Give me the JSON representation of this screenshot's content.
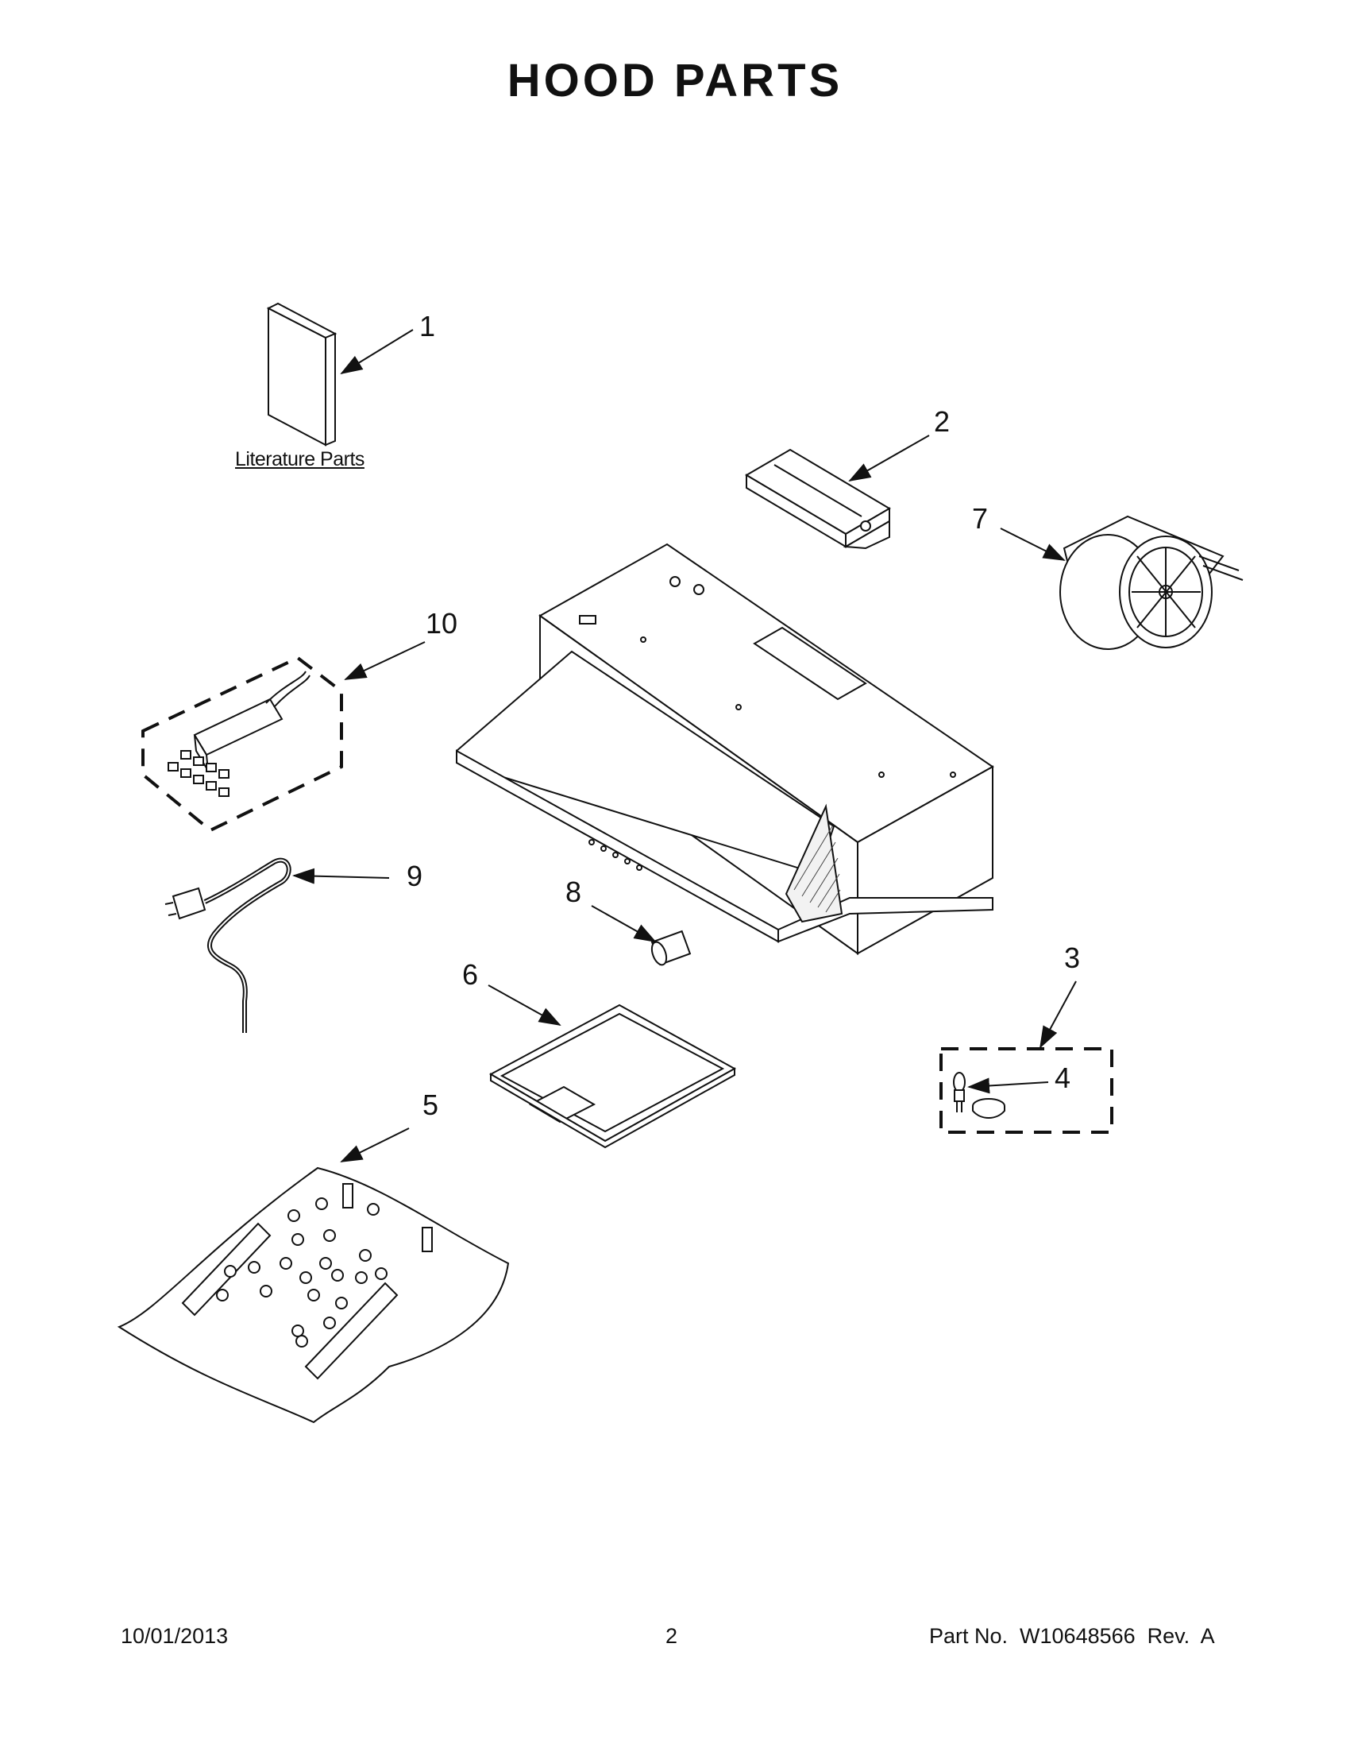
{
  "page_title": "HOOD PARTS",
  "literature_label": "Literature Parts",
  "callouts": {
    "c1": "1",
    "c2": "2",
    "c3": "3",
    "c4": "4",
    "c5": "5",
    "c6": "6",
    "c7": "7",
    "c8": "8",
    "c9": "9",
    "c10": "10"
  },
  "footer": {
    "date": "10/01/2013",
    "page": "2",
    "part_no": "Part No.  W10648566  Rev.  A"
  }
}
